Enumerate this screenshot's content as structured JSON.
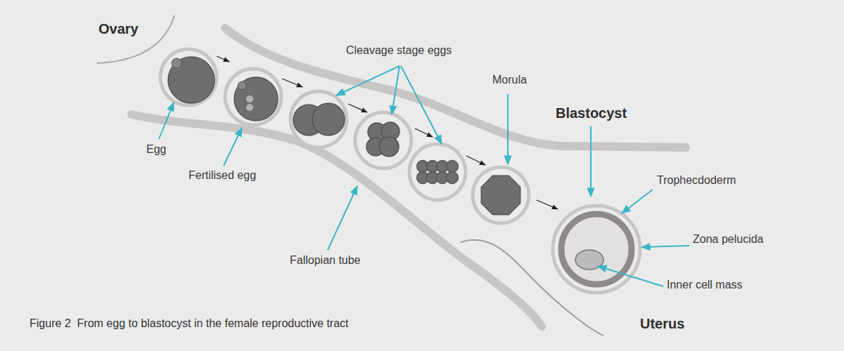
{
  "diagram": {
    "caption": "Figure 2  From egg to blastocyst in the female reproductive tract",
    "labels": [
      "Ovary",
      "Cleavage stage eggs",
      "Morula",
      "Blastocyst",
      "Trophecdoderm",
      "Zona pelucida",
      "Inner cell mass",
      "Egg",
      "Fertilised egg",
      "Fallopian tube",
      "Uterus"
    ]
  }
}
